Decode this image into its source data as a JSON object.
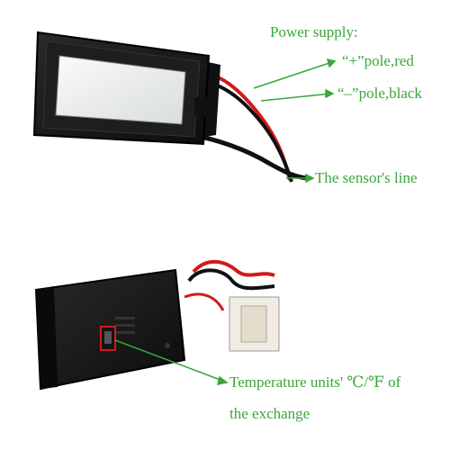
{
  "annotations": {
    "power_supply": "Power supply:",
    "plus_pole": "“+”pole,red",
    "minus_pole": "“–”pole,black",
    "sensor_line": "The sensor's line",
    "temp_units_line1": "Temperature units' ℃/℉ of",
    "temp_units_line2": "the exchange"
  },
  "colors": {
    "label_green": "#3aa63a",
    "wire_red": "#d11a1a",
    "wire_black": "#111111",
    "body_black": "#1b1b1b",
    "lcd_face": "#eef0f0"
  }
}
